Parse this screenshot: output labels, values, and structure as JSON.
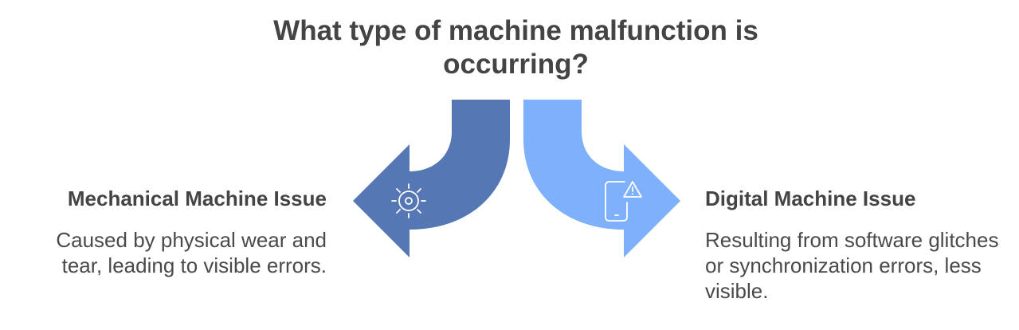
{
  "title": "What type of machine malfunction is occurring?",
  "colors": {
    "left_arrow": "#5578b4",
    "right_arrow": "#7fb0fb",
    "icon_stroke": "#ffffff"
  },
  "options": [
    {
      "heading": "Mechanical Machine Issue",
      "description": "Caused by physical wear and tear, leading to visible errors.",
      "icon": "gear-icon"
    },
    {
      "heading": "Digital Machine Issue",
      "description": "Resulting from software glitches or synchronization errors, less visible.",
      "icon": "tablet-warning-icon"
    }
  ]
}
